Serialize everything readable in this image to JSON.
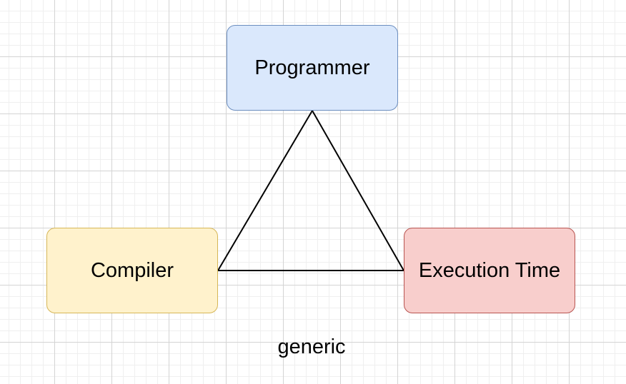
{
  "nodes": {
    "programmer": {
      "label": "Programmer",
      "fill": "#dae8fc",
      "stroke": "#6c8ebf"
    },
    "compiler": {
      "label": "Compiler",
      "fill": "#fff2cc",
      "stroke": "#d6b656"
    },
    "execution_time": {
      "label": "Execution Time",
      "fill": "#f8cecc",
      "stroke": "#b85450"
    }
  },
  "edges": [
    {
      "from": "programmer",
      "to": "compiler"
    },
    {
      "from": "programmer",
      "to": "execution_time"
    },
    {
      "from": "compiler",
      "to": "execution_time"
    }
  ],
  "caption": "generic",
  "line_color": "#000000"
}
